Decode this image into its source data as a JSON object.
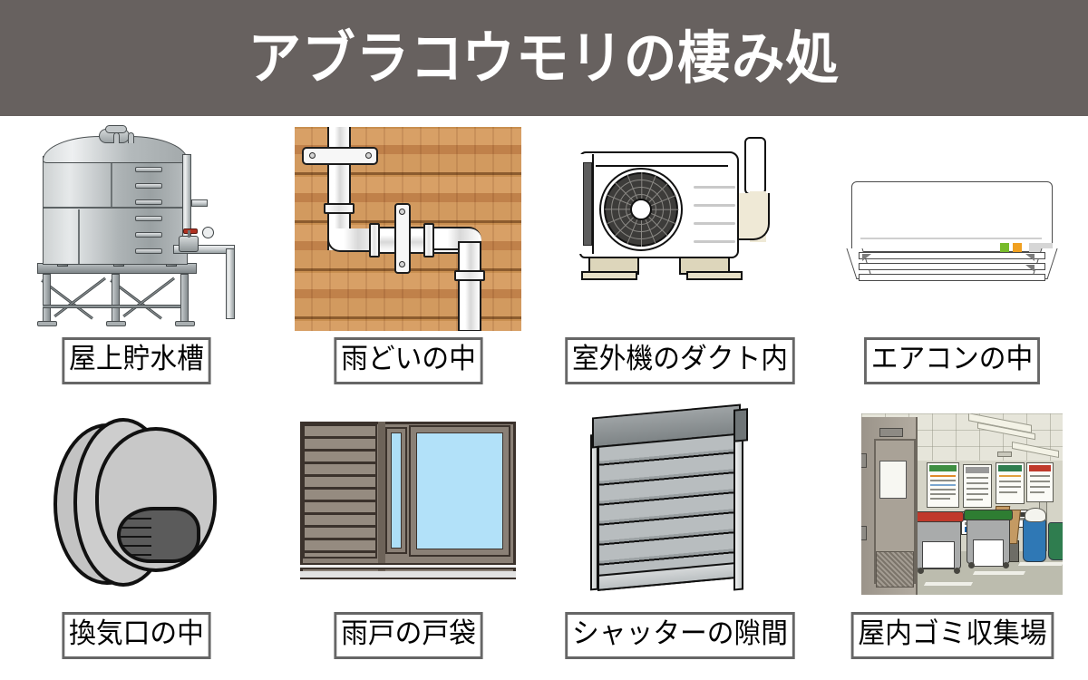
{
  "header": {
    "title": "アブラコウモリの棲み処",
    "background_color": "#67615f",
    "text_color": "#ffffff"
  },
  "page": {
    "background_color": "#ffffff",
    "label_border_color": "#666666",
    "label_text_color": "#000000"
  },
  "items": [
    {
      "index": 1,
      "label": "屋上貯水槽",
      "illustration": "rooftop-water-tank",
      "colors": {
        "tank": "#b4babc",
        "frame": "#80878a",
        "outline": "#4a4f51"
      }
    },
    {
      "index": 2,
      "label": "雨どいの中",
      "illustration": "rain-gutter-downspout",
      "colors": {
        "wood": "#d8a066",
        "pipe": "#ffffff",
        "outline": "#1c1c1c"
      }
    },
    {
      "index": 3,
      "label": "室外機のダクト内",
      "illustration": "outdoor-ac-unit",
      "colors": {
        "body": "#ffffff",
        "fan": "#3d3c3a",
        "feet": "#ddd6bb",
        "outline": "#111111"
      }
    },
    {
      "index": 4,
      "label": "エアコンの中",
      "illustration": "indoor-wall-ac-unit",
      "colors": {
        "body": "#ffffff",
        "led_green": "#77bb2a",
        "led_orange": "#f0a020",
        "outline": "#4a4a4a"
      }
    },
    {
      "index": 5,
      "label": "換気口の中",
      "illustration": "wall-vent-hood",
      "colors": {
        "hood": "#c8c8c8",
        "opening": "#5b5b5b",
        "outline": "#111111"
      }
    },
    {
      "index": 6,
      "label": "雨戸の戸袋",
      "illustration": "shutter-storage-box-window",
      "colors": {
        "frame": "#8a8076",
        "glass": "#b2e1f9",
        "outline": "#3b322c"
      }
    },
    {
      "index": 7,
      "label": "シャッターの隙間",
      "illustration": "rolling-shutter",
      "colors": {
        "slats": "#b0b5b7",
        "head": "#9ea3a5",
        "outline": "#111111"
      }
    },
    {
      "index": 8,
      "label": "屋内ゴミ収集場",
      "illustration": "indoor-garbage-collection-room",
      "colors": {
        "wall": "#d5d4c7",
        "floor": "#bcbcae",
        "bin_lid_red": "#c0392b",
        "bin_lid_green": "#2e7d32",
        "pail_blue": "#2f78b5",
        "pail_green": "#2f7d4f"
      }
    }
  ]
}
